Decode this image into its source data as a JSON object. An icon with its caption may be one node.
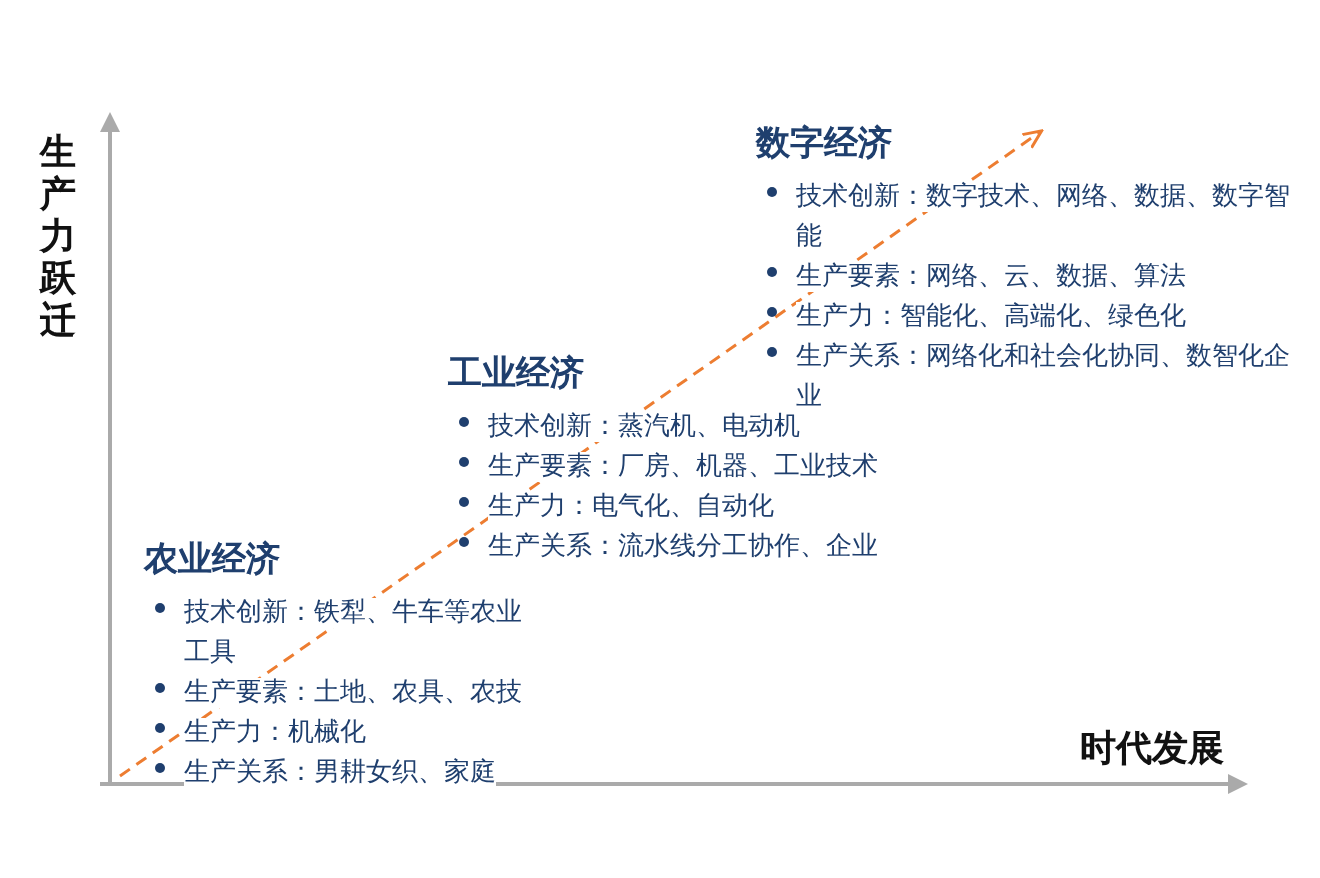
{
  "diagram": {
    "labels": [
      "生产力跃迁",
      "数字经济",
      "技术创新：数字技术、网络、数据、数字智能",
      "生产要素：网络、云、数据、算法",
      "生产力：智能化、高端化、绿色化",
      "生产关系：网络化和社会化协同、数智化企业",
      "工业经济",
      "技术创新：蒸汽机、电动机",
      "生产要素：厂房、机器、工业技术",
      "生产力：电气化、自动化",
      "生产关系：流水线分工协作、企业",
      "农业经济",
      "技术创新：铁犁、牛车等农业工具",
      "生产要素：土地、农具、农技",
      "生产力：机械化",
      "生产关系：男耕女织、家庭",
      "时代发展"
    ]
  }
}
